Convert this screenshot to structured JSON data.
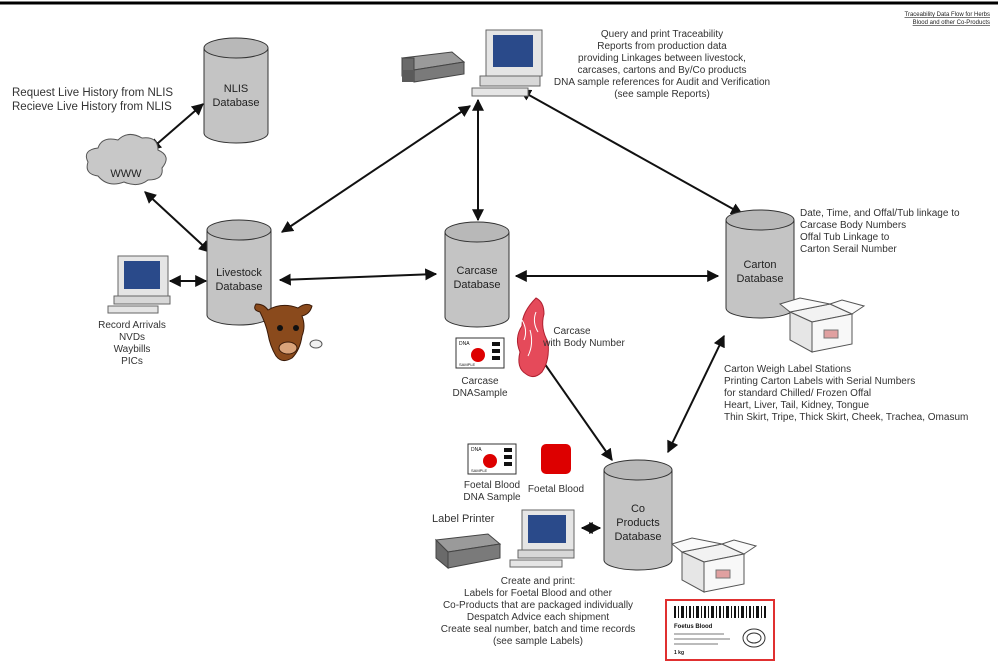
{
  "header": {
    "title_line1": "Traceability Data Flow for Herbs",
    "title_line2": "Blood and other Co-Products"
  },
  "databases": {
    "nlis": [
      "NLIS",
      "Database"
    ],
    "livestock": [
      "Livestock",
      "Database"
    ],
    "carcase": [
      "Carcase",
      "Database"
    ],
    "carton": [
      "Carton",
      "Database"
    ],
    "coproducts": [
      "Co",
      "Products",
      "Database"
    ]
  },
  "www_label": "WWW",
  "notes": {
    "nlis_request": [
      "Request Live History from NLIS",
      "Recieve Live History from NLIS"
    ],
    "query": [
      "Query and print Traceability",
      "Reports from production data",
      "providing Linkages between livestock,",
      "carcases, cartons and By/Co products",
      "DNA sample references for Audit and Verification",
      "(see sample Reports)"
    ],
    "livestock_records": [
      "Record Arrivals",
      "NVDs",
      "Waybills",
      "PICs"
    ],
    "carton_info": [
      "Date, Time, and Offal/Tub linkage to",
      "Carcase Body Numbers",
      "Offal Tub Linkage to",
      "Carton Serail Number"
    ],
    "carcase_body": [
      "Carcase",
      "with Body Number"
    ],
    "carcase_dna": [
      "Carcase",
      "DNASample"
    ],
    "carton_stations": [
      "Carton Weigh Label Stations",
      "Printing Carton Labels with Serial Numbers",
      "for standard Chilled/ Frozen Offal",
      "Heart, Liver, Tail, Kidney, Tongue",
      "Thin Skirt, Tripe, Thick Skirt, Cheek, Trachea, Omasum"
    ],
    "foetal_dna": [
      "Foetal Blood",
      "DNA Sample"
    ],
    "foetal_blood": "Foetal Blood",
    "label_printer": "Label Printer",
    "create_print": [
      "Create and print:",
      "Labels for Foetal Blood and other",
      "Co-Products that are packaged individually",
      "Despatch Advice each shipment",
      "Create seal number, batch and time records",
      "(see sample Labels)"
    ]
  },
  "dna_card_text": [
    "DNA",
    "SAMPLE"
  ],
  "sample_label_text": [
    "Foetus Blood",
    "1 kg"
  ],
  "colors": {
    "database_fill": "#c4c4c4",
    "sample_red": "#dd0000",
    "label_border": "#e03030",
    "carcase_red": "#e54a5a",
    "cow_brown": "#8a4a1c"
  }
}
